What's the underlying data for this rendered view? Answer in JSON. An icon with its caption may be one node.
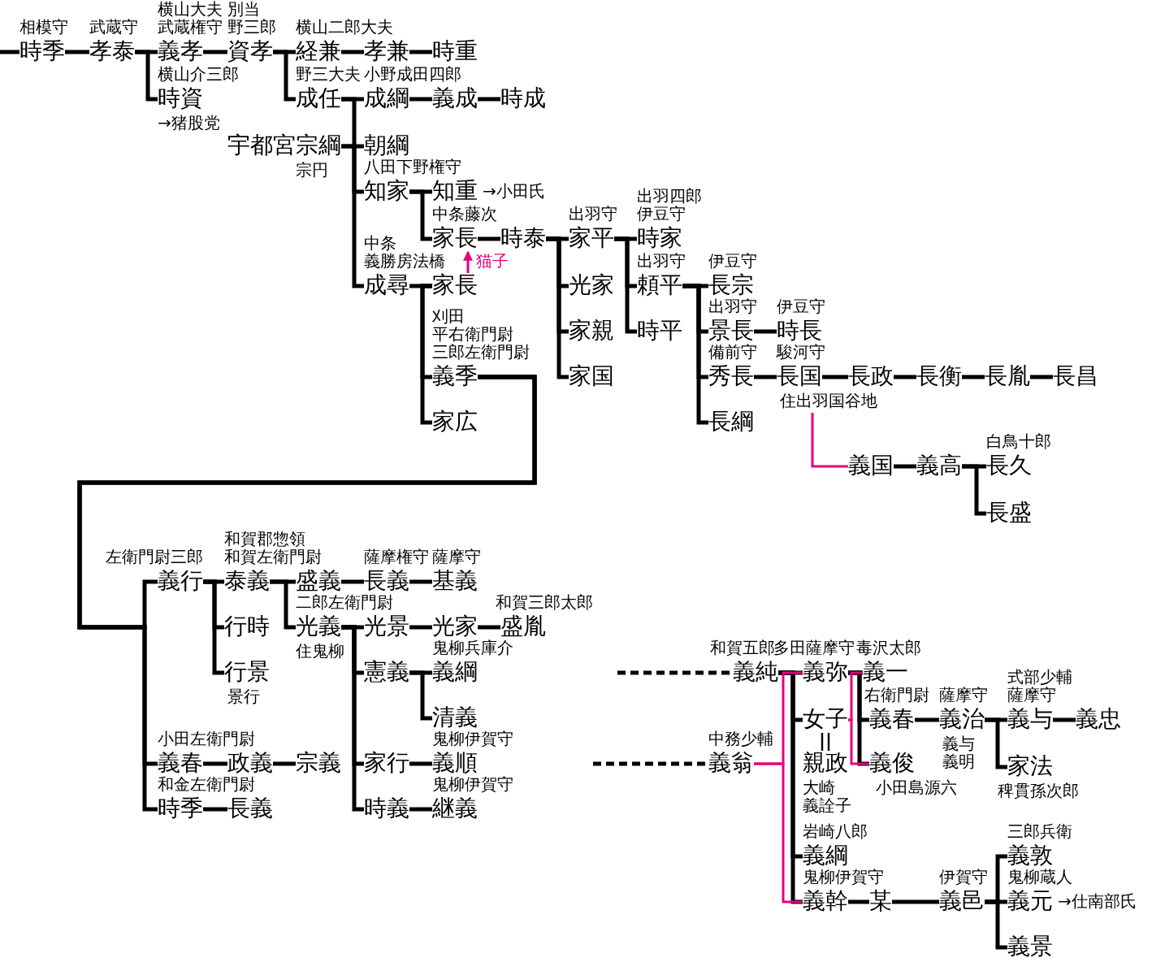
{
  "diagram": {
    "nodes": [
      {
        "text": [
          "相模守",
          "時季"
        ]
      },
      {
        "text": [
          "武蔵守",
          "孝泰"
        ]
      },
      {
        "text": [
          "横山大夫",
          "武蔵権守",
          "義孝"
        ]
      },
      {
        "text": [
          "別当",
          "野三郎",
          "資孝"
        ]
      },
      {
        "text": [
          "横山介三郎",
          "時資"
        ],
        "beside": [
          "→猪股党"
        ]
      },
      {
        "text": [
          "横山二郎大夫",
          "経兼"
        ]
      },
      {
        "text": [
          "孝兼"
        ]
      },
      {
        "text": [
          "時重"
        ]
      },
      {
        "text": [
          "野三大夫",
          "成任"
        ]
      },
      {
        "text": [
          "小野成田四郎",
          "成綱"
        ]
      },
      {
        "text": [
          "義成"
        ]
      },
      {
        "text": [
          "時成"
        ]
      },
      {
        "text": [
          "宇都宮宗綱"
        ],
        "beside": [
          "宗円"
        ]
      },
      {
        "text": [
          "朝綱"
        ]
      },
      {
        "text": [
          "八田下野権守",
          "知家"
        ]
      },
      {
        "text": [
          "知重"
        ],
        "beside": [
          "→小田氏"
        ]
      },
      {
        "text": [
          "中条藤次",
          "家長"
        ]
      },
      {
        "text": [
          "時泰"
        ]
      },
      {
        "text": [
          "中条",
          "義勝房法橋",
          "成尋"
        ]
      },
      {
        "text": [
          "家長"
        ]
      },
      {
        "text": [
          "刈田",
          "平右衛門尉",
          "三郎左衛門尉",
          "義季"
        ]
      },
      {
        "text": [
          "家広"
        ]
      },
      {
        "text": [
          "出羽守",
          "家平"
        ]
      },
      {
        "text": [
          "光家"
        ]
      },
      {
        "text": [
          "家親"
        ]
      },
      {
        "text": [
          "家国"
        ]
      },
      {
        "text": [
          "出羽四郎",
          "伊豆守",
          "時家"
        ]
      },
      {
        "text": [
          "出羽守",
          "頼平"
        ]
      },
      {
        "text": [
          "時平"
        ]
      },
      {
        "text": [
          "伊豆守",
          "長宗"
        ]
      },
      {
        "text": [
          "出羽守",
          "景長"
        ]
      },
      {
        "text": [
          "備前守",
          "秀長"
        ]
      },
      {
        "text": [
          "長綱"
        ]
      },
      {
        "text": [
          "伊豆守",
          "時長"
        ]
      },
      {
        "text": [
          "駿河守",
          "長国"
        ],
        "beside": [
          "住出羽国谷地"
        ]
      },
      {
        "text": [
          "長政"
        ]
      },
      {
        "text": [
          "長衡"
        ]
      },
      {
        "text": [
          "長胤"
        ]
      },
      {
        "text": [
          "長昌"
        ]
      },
      {
        "text": [
          "義国"
        ]
      },
      {
        "text": [
          "義高"
        ]
      },
      {
        "text": [
          "白鳥十郎",
          "長久"
        ]
      },
      {
        "text": [
          "長盛"
        ]
      },
      {
        "text": [
          "左衛門尉三郎",
          "義行"
        ]
      },
      {
        "text": [
          "和賀郡惣領",
          "和賀左衛門尉",
          "泰義"
        ]
      },
      {
        "text": [
          "行時"
        ]
      },
      {
        "text": [
          "行景"
        ],
        "beside": [
          "景行"
        ]
      },
      {
        "text": [
          "盛義"
        ]
      },
      {
        "text": [
          "二郎左衛門尉",
          "光義"
        ],
        "beside": [
          "住鬼柳"
        ]
      },
      {
        "text": [
          "薩摩権守",
          "長義"
        ]
      },
      {
        "text": [
          "薩摩守",
          "基義"
        ]
      },
      {
        "text": [
          "光景"
        ]
      },
      {
        "text": [
          "光家"
        ]
      },
      {
        "text": [
          "和賀三郎太郎",
          "盛胤"
        ]
      },
      {
        "text": [
          "憲義"
        ]
      },
      {
        "text": [
          "家行"
        ]
      },
      {
        "text": [
          "時義"
        ]
      },
      {
        "text": [
          "鬼柳兵庫介",
          "義綱"
        ]
      },
      {
        "text": [
          "清義"
        ]
      },
      {
        "text": [
          "鬼柳伊賀守",
          "義順"
        ]
      },
      {
        "text": [
          "鬼柳伊賀守",
          "継義"
        ]
      },
      {
        "text": [
          "小田左衛門尉",
          "義春"
        ]
      },
      {
        "text": [
          "政義"
        ]
      },
      {
        "text": [
          "宗義"
        ]
      },
      {
        "text": [
          "和金左衛門尉",
          "時季"
        ]
      },
      {
        "text": [
          "長義"
        ]
      },
      {
        "text": [
          "和賀五郎",
          "義純"
        ]
      },
      {
        "text": [
          "多田薩摩守",
          "義弥"
        ]
      },
      {
        "text": [
          "毒沢太郎",
          "義一"
        ]
      },
      {
        "text": [
          "女子"
        ]
      },
      {
        "text": [
          "親政"
        ],
        "beside": [
          "大崎",
          "義詮子"
        ]
      },
      {
        "text": [
          "右衛門尉",
          "義春"
        ]
      },
      {
        "text": [
          "義俊"
        ],
        "beside": [
          "小田島源六"
        ]
      },
      {
        "text": [
          "薩摩守",
          "義治"
        ],
        "beside": [
          "義与",
          "義明"
        ]
      },
      {
        "text": [
          "式部少輔",
          "薩摩守",
          "義与"
        ]
      },
      {
        "text": [
          "義忠"
        ]
      },
      {
        "text": [
          "家法"
        ],
        "beside": [
          "稗貫孫次郎"
        ]
      },
      {
        "text": [
          "中務少輔",
          "義翁"
        ]
      },
      {
        "text": [
          "岩崎八郎",
          "義綱"
        ]
      },
      {
        "text": [
          "鬼柳伊賀守",
          "義幹"
        ]
      },
      {
        "text": [
          "某"
        ]
      },
      {
        "text": [
          "伊賀守",
          "義邑"
        ]
      },
      {
        "text": [
          "三郎兵衛",
          "義敦"
        ]
      },
      {
        "text": [
          "鬼柳蔵人",
          "義元"
        ],
        "beside": [
          "→仕南部氏"
        ]
      },
      {
        "text": [
          "義景"
        ]
      }
    ],
    "edges": [
      {
        "from": null,
        "to": 0,
        "arrow": "none"
      },
      {
        "from": 0,
        "to": 1,
        "arrow": "none"
      },
      {
        "from": 1,
        "to": 2,
        "arrow": "none"
      },
      {
        "from": 1,
        "to": 4,
        "arrow": "none"
      },
      {
        "from": 2,
        "to": 3,
        "arrow": "none"
      },
      {
        "from": 3,
        "to": 5,
        "arrow": "none"
      },
      {
        "from": 3,
        "to": 8,
        "arrow": "none"
      },
      {
        "from": 5,
        "to": 6,
        "arrow": "none"
      },
      {
        "from": 6,
        "to": 7,
        "arrow": "none"
      },
      {
        "from": 8,
        "to": 9,
        "arrow": "none"
      },
      {
        "from": 9,
        "to": 10,
        "arrow": "none"
      },
      {
        "from": 10,
        "to": 11,
        "arrow": "none"
      },
      {
        "from": 8,
        "to": 18,
        "arrow": "none"
      },
      {
        "from": 12,
        "to": 13,
        "arrow": "none"
      },
      {
        "from": 12,
        "to": 14,
        "arrow": "none"
      },
      {
        "from": 14,
        "to": 15,
        "arrow": "none"
      },
      {
        "from": 14,
        "to": 16,
        "arrow": "none"
      },
      {
        "from": 16,
        "to": 17,
        "arrow": "none"
      },
      {
        "from": 18,
        "to": 19,
        "arrow": "none"
      },
      {
        "from": 19,
        "to": 16,
        "arrow": "to",
        "color": "#e4007f",
        "label": "猫子"
      },
      {
        "from": 19,
        "to": 20,
        "arrow": "none"
      },
      {
        "from": 19,
        "to": 21,
        "arrow": "none"
      },
      {
        "from": 17,
        "to": 22,
        "arrow": "none"
      },
      {
        "from": 17,
        "to": 23,
        "arrow": "none"
      },
      {
        "from": 17,
        "to": 24,
        "arrow": "none"
      },
      {
        "from": 17,
        "to": 25,
        "arrow": "none"
      },
      {
        "from": 22,
        "to": 26,
        "arrow": "none"
      },
      {
        "from": 22,
        "to": 27,
        "arrow": "none"
      },
      {
        "from": 22,
        "to": 28,
        "arrow": "none"
      },
      {
        "from": 27,
        "to": 29,
        "arrow": "none"
      },
      {
        "from": 27,
        "to": 30,
        "arrow": "none"
      },
      {
        "from": 27,
        "to": 31,
        "arrow": "none"
      },
      {
        "from": 27,
        "to": 32,
        "arrow": "none"
      },
      {
        "from": 30,
        "to": 33,
        "arrow": "none"
      },
      {
        "from": 31,
        "to": 34,
        "arrow": "none"
      },
      {
        "from": 34,
        "to": 35,
        "arrow": "none"
      },
      {
        "from": 35,
        "to": 36,
        "arrow": "none"
      },
      {
        "from": 36,
        "to": 37,
        "arrow": "none"
      },
      {
        "from": 37,
        "to": 38,
        "arrow": "none"
      },
      {
        "from": 34,
        "to": 39,
        "arrow": "none",
        "color": "#e4007f"
      },
      {
        "from": 39,
        "to": 40,
        "arrow": "none"
      },
      {
        "from": 40,
        "to": 41,
        "arrow": "none"
      },
      {
        "from": 40,
        "to": 42,
        "arrow": "none"
      },
      {
        "from": 20,
        "to": 43,
        "arrow": "none"
      },
      {
        "from": 20,
        "to": 61,
        "arrow": "none"
      },
      {
        "from": 20,
        "to": 64,
        "arrow": "none"
      },
      {
        "from": 43,
        "to": 44,
        "arrow": "none"
      },
      {
        "from": 43,
        "to": 45,
        "arrow": "none"
      },
      {
        "from": 43,
        "to": 46,
        "arrow": "none"
      },
      {
        "from": 44,
        "to": 47,
        "arrow": "none"
      },
      {
        "from": 44,
        "to": 48,
        "arrow": "none"
      },
      {
        "from": 47,
        "to": 49,
        "arrow": "none"
      },
      {
        "from": 49,
        "to": 50,
        "arrow": "none"
      },
      {
        "from": 48,
        "to": 51,
        "arrow": "none"
      },
      {
        "from": 51,
        "to": 52,
        "arrow": "none"
      },
      {
        "from": 52,
        "to": 53,
        "arrow": "none"
      },
      {
        "from": 48,
        "to": 54,
        "arrow": "none"
      },
      {
        "from": 48,
        "to": 55,
        "arrow": "none"
      },
      {
        "from": 48,
        "to": 56,
        "arrow": "none"
      },
      {
        "from": 54,
        "to": 57,
        "arrow": "none"
      },
      {
        "from": 54,
        "to": 58,
        "arrow": "none"
      },
      {
        "from": 55,
        "to": 59,
        "arrow": "none"
      },
      {
        "from": 56,
        "to": 60,
        "arrow": "none"
      },
      {
        "from": 61,
        "to": 62,
        "arrow": "none"
      },
      {
        "from": 62,
        "to": 63,
        "arrow": "none"
      },
      {
        "from": 64,
        "to": 65,
        "arrow": "none"
      },
      {
        "from": null,
        "to": 66,
        "arrow": "none",
        "style": "dashed"
      },
      {
        "from": null,
        "to": 77,
        "arrow": "none",
        "style": "dashed"
      },
      {
        "from": 66,
        "to": 67,
        "arrow": "none"
      },
      {
        "from": 66,
        "to": 69,
        "arrow": "none"
      },
      {
        "from": 66,
        "to": 78,
        "arrow": "none"
      },
      {
        "from": 66,
        "to": 79,
        "arrow": "none"
      },
      {
        "from": 77,
        "to": 67,
        "arrow": "none",
        "color": "#e4007f"
      },
      {
        "from": 77,
        "to": 79,
        "arrow": "none",
        "color": "#e4007f"
      },
      {
        "from": 69,
        "to": 70,
        "arrow": "none"
      },
      {
        "from": 67,
        "to": 68,
        "arrow": "none"
      },
      {
        "from": 67,
        "to": 71,
        "arrow": "none"
      },
      {
        "from": 67,
        "to": 72,
        "arrow": "none"
      },
      {
        "from": 69,
        "to": 68,
        "arrow": "none",
        "color": "#e4007f"
      },
      {
        "from": 69,
        "to": 72,
        "arrow": "none",
        "color": "#e4007f"
      },
      {
        "from": 71,
        "to": 73,
        "arrow": "none"
      },
      {
        "from": 73,
        "to": 74,
        "arrow": "none"
      },
      {
        "from": 73,
        "to": 76,
        "arrow": "none"
      },
      {
        "from": 74,
        "to": 75,
        "arrow": "none"
      },
      {
        "from": 79,
        "to": 80,
        "arrow": "none"
      },
      {
        "from": 80,
        "to": 81,
        "arrow": "none"
      },
      {
        "from": 81,
        "to": 82,
        "arrow": "none"
      },
      {
        "from": 81,
        "to": 83,
        "arrow": "none"
      },
      {
        "from": 81,
        "to": 84,
        "arrow": "none"
      }
    ]
  }
}
